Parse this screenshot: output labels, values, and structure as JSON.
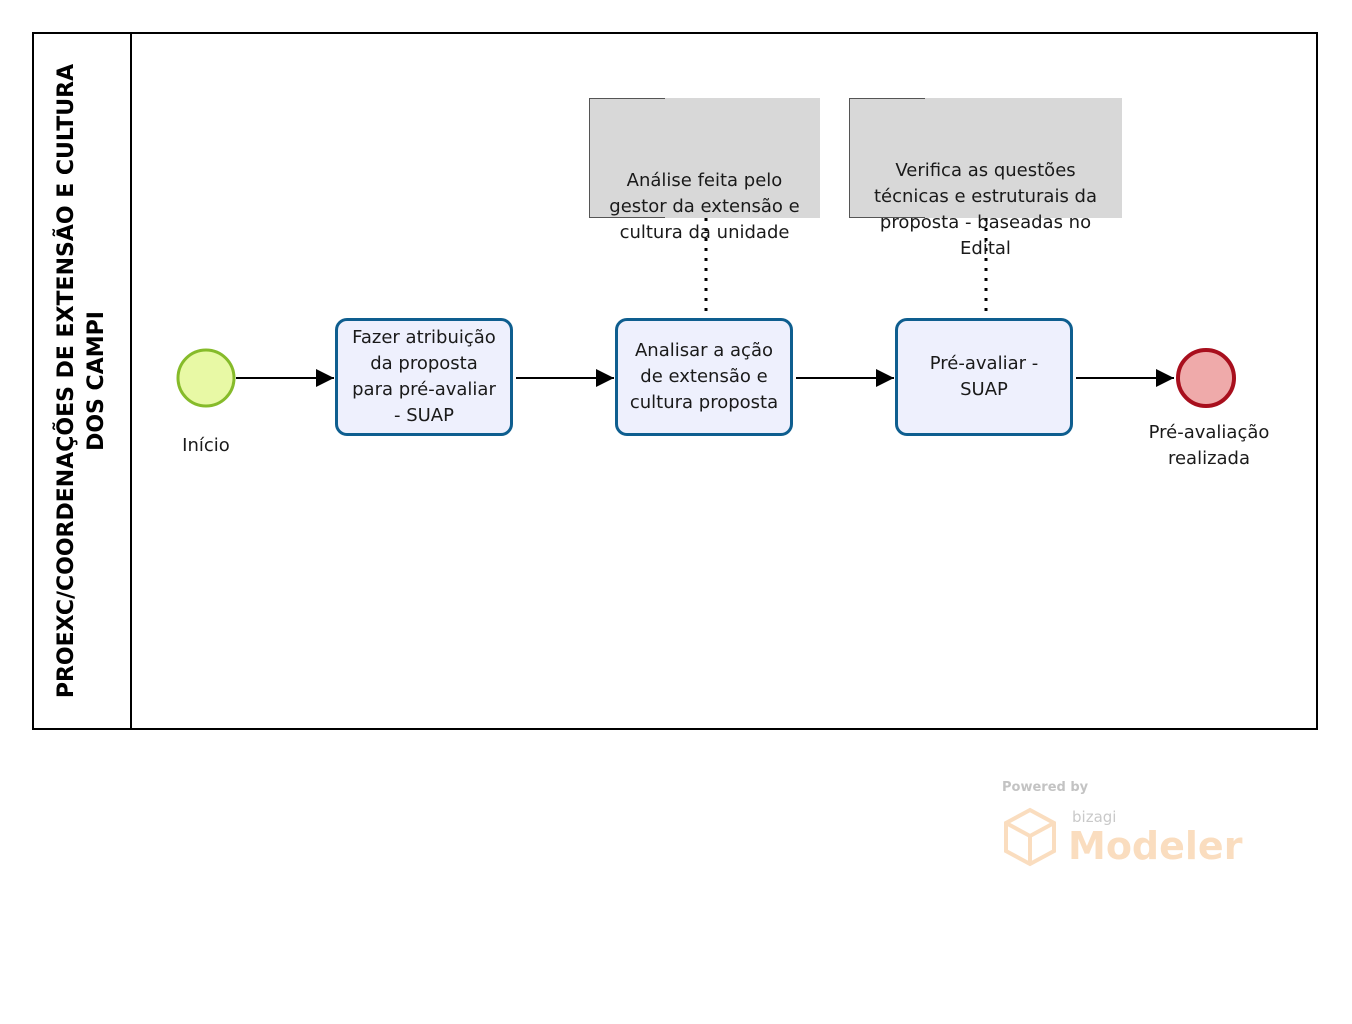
{
  "pool": {
    "label": "PROEXC/COORDENAÇÕES DE EXTENSÃO E CULTURA DOS CAMPI"
  },
  "start_event": {
    "label": "Início",
    "fill": "#e8f9a5",
    "stroke": "#86bb2a"
  },
  "end_event": {
    "label": "Pré-avaliação\nrealizada",
    "fill": "#efaaaa",
    "stroke": "#a80f1d"
  },
  "tasks": [
    {
      "label": "Fazer atribuição\nda proposta\npara pré-avaliar\n- SUAP"
    },
    {
      "label": "Analisar a ação\nde extensão e\ncultura proposta"
    },
    {
      "label": "Pré-avaliar -\nSUAP"
    }
  ],
  "annotations": [
    {
      "text": "Análise feita pelo\ngestor da extensão e\ncultura da unidade"
    },
    {
      "text": "Verifica as questões\ntécnicas e estruturais da\nproposta - baseadas no\nEdital"
    }
  ],
  "colors": {
    "task_border": "#0e5e8f",
    "task_fill": "#eef0fd",
    "annotation_fill": "#d8d8d8"
  },
  "watermark": {
    "powered": "Powered by",
    "brand": "bizagi",
    "product": "Modeler"
  }
}
